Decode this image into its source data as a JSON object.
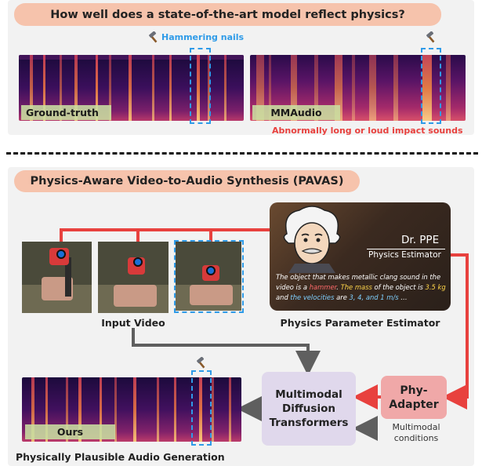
{
  "top_panel": {
    "title": "How well does a state-of-the-art model reflect physics?",
    "hammer_label": "Hammering nails",
    "ground_truth_label": "Ground-truth",
    "mmaudio_label": "MMAudio",
    "error_note": "Abnormally long or loud impact sounds"
  },
  "bottom_panel": {
    "title": "Physics-Aware Video-to-Audio Synthesis (PAVAS)",
    "input_video_label": "Input Video",
    "estimator_caption": "Physics Parameter Estimator",
    "dr_ppe": {
      "name": "Dr. PPE",
      "subtitle": "Physics Estimator",
      "speech": [
        {
          "text": "The object that makes metallic clang sound in the video is a ",
          "color": "#ffffff"
        },
        {
          "text": "hammer",
          "color": "#ff6a6a"
        },
        {
          "text": ". ",
          "color": "#ffffff"
        },
        {
          "text": "The mass",
          "color": "#ffd54a"
        },
        {
          "text": " of the object is ",
          "color": "#ffffff"
        },
        {
          "text": "3.5 kg",
          "color": "#ffd54a"
        },
        {
          "text": " and ",
          "color": "#ffffff"
        },
        {
          "text": "the velocities",
          "color": "#7fd0ff"
        },
        {
          "text": " are ",
          "color": "#ffffff"
        },
        {
          "text": "3, 4, and 1 m/s",
          "color": "#7fd0ff"
        },
        {
          "text": " …",
          "color": "#ffffff"
        }
      ]
    },
    "mdt_lines": [
      "Multimodal",
      "Diffusion",
      "Transformers"
    ],
    "phy_adapter_lines": [
      "Phy-",
      "Adapter"
    ],
    "conditions_lines": [
      "Multimodal",
      "conditions"
    ],
    "ours_label": "Ours",
    "output_caption": "Physically Plausible Audio Generation"
  },
  "colors": {
    "pill": "#f6c3ac",
    "accent_blue": "#2f9be8",
    "accent_red": "#e8413e",
    "arrow_gray": "#5f5f5f",
    "mdt_box": "#e0d8ec",
    "phy_box": "#f0a8a8"
  },
  "icons": [
    "hammer-icon",
    "scientist-avatar"
  ]
}
